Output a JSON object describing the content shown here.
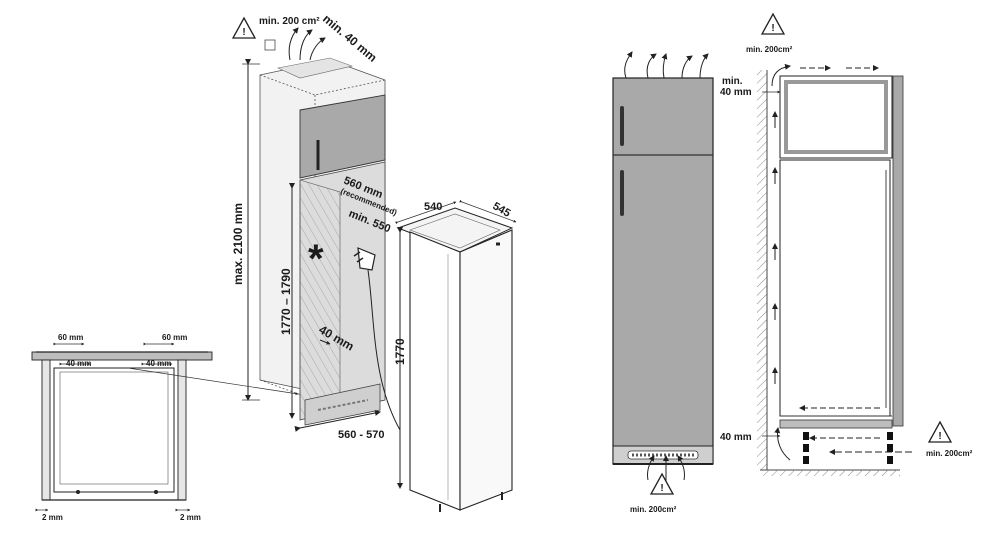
{
  "installation": {
    "vent_top": "min. 200 cm²",
    "gap_top": "min. 40 mm",
    "height_max": "max. 2100 mm",
    "niche_height": "1770 – 1790",
    "depth_recommended": "560 mm",
    "depth_recommended_note": "(recommended)",
    "depth_min": "min. 550",
    "gap_rear": "40 mm",
    "niche_width": "560 - 570",
    "star": "*"
  },
  "appliance": {
    "width": "540",
    "depth": "545",
    "height": "1770"
  },
  "top_view": {
    "left_top": "60 mm",
    "right_top": "60 mm",
    "left_inner": "40 mm",
    "right_inner": "40 mm",
    "left_bottom": "2 mm",
    "right_bottom": "2 mm"
  },
  "airflow": {
    "vent_top": "min. 200cm²",
    "vent_bottom_front": "min. 200cm²",
    "vent_bottom_right": "min. 200cm²",
    "gap_top_line1": "min.",
    "gap_top_line2": "40 mm",
    "gap_bottom": "40 mm",
    "warning_mark": "!"
  },
  "colors": {
    "fridge_grey": "#a9a9a9",
    "door_grey": "#9a9a9a",
    "niche_grey": "#d9d9d9",
    "line": "#222222"
  }
}
